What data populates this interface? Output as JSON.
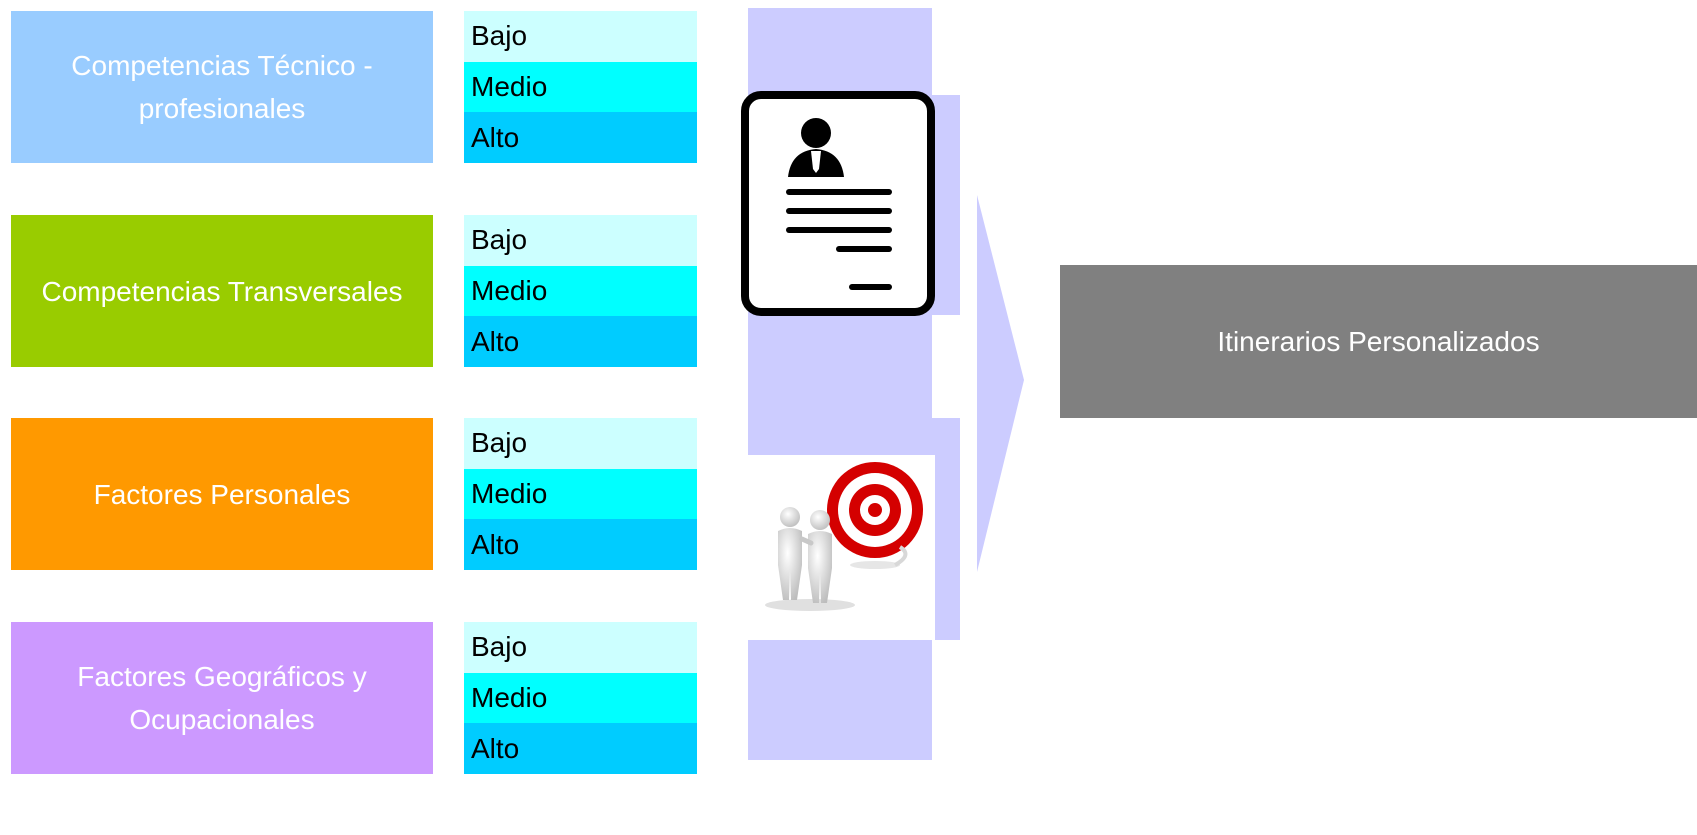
{
  "categories": [
    {
      "label": "Competencias Técnico - profesionales",
      "color": "#99ccff"
    },
    {
      "label": "Competencias Transversales",
      "color": "#99cc00"
    },
    {
      "label": "Factores Personales",
      "color": "#ff9900"
    },
    {
      "label": "Factores Geográficos y Ocupacionales",
      "color": "#cc99ff"
    }
  ],
  "levels": [
    [
      "Bajo",
      "Medio",
      "Alto"
    ],
    [
      "Bajo",
      "Medio",
      "Alto"
    ],
    [
      "Bajo",
      "Medio",
      "Alto"
    ],
    [
      "Bajo",
      "Medio",
      "Alto"
    ]
  ],
  "result": {
    "label": "Itinerarios Personalizados",
    "color": "#808080"
  },
  "arrow_color": "#ccccff",
  "icons": [
    "resume-icon",
    "teamwork-target-icon"
  ]
}
